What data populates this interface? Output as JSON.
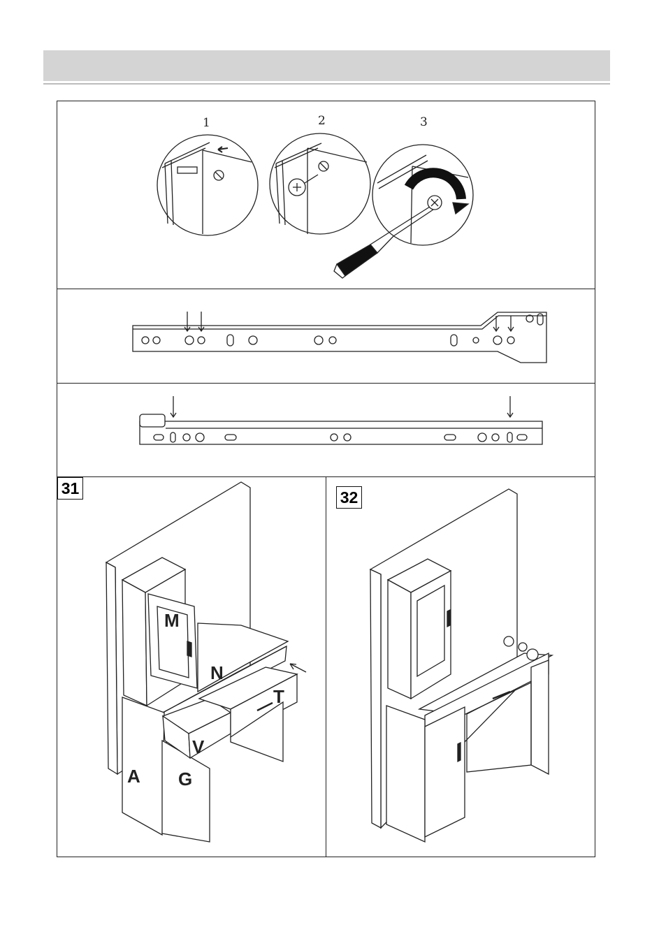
{
  "steps": {
    "detail_1": "1",
    "detail_2": "2",
    "detail_3": "3",
    "step_31": "31",
    "step_32": "32"
  },
  "part_labels": {
    "m": "M",
    "n": "N",
    "t": "T",
    "v": "V",
    "a": "A",
    "g": "G"
  }
}
